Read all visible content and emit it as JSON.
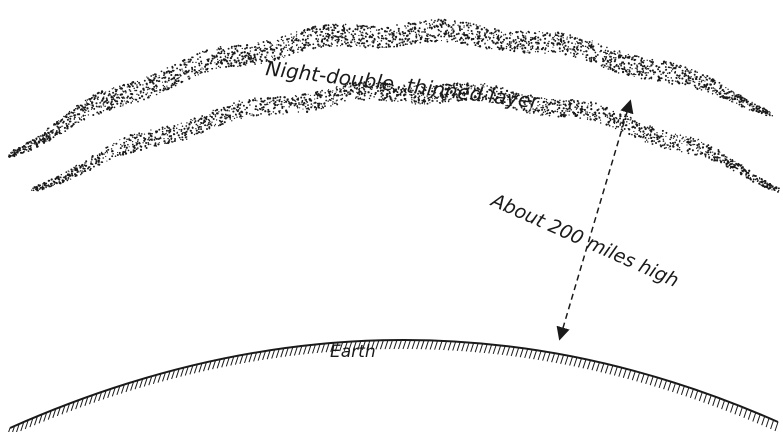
{
  "labels": {
    "layer": "Night-double, thinned layer",
    "distance": "About 200 miles high",
    "earth": "Earth"
  },
  "colors": {
    "ink": "#1a1a1a",
    "background": "#ffffff"
  }
}
